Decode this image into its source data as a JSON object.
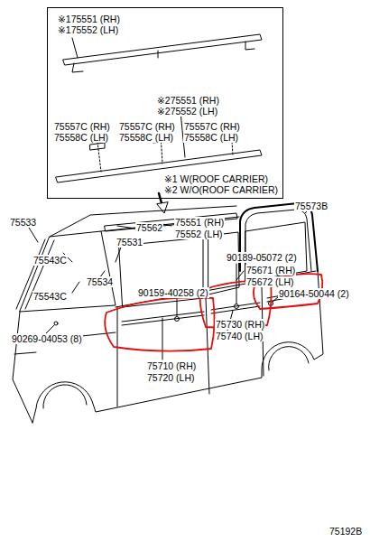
{
  "diagram": {
    "nodes": [
      {
        "text": [
          "※175551 (RH)",
          "※175552 (LH)",
          "※275551 (RH)",
          "※275552 (LH)",
          "75557C (RH)",
          "75558C (LH)",
          "75557C (RH)",
          "75558C (LH)",
          "75557C (RH)",
          "75558C (LH)",
          "※1 W(ROOF CARRIER)",
          "※2 W/O(ROOF CARRIER)"
        ]
      }
    ],
    "labels": [
      "75533",
      "75562",
      "75551 (RH)",
      "75552 (LH)",
      "75573B",
      "75531",
      "75543C",
      "75534",
      "75543C",
      "90159-40258 (2)",
      "90189-05072 (2)",
      "75671 (RH)",
      "75672 (LH)",
      "90164-50044 (2)",
      "75730 (RH)",
      "75740 (LH)",
      "90269-04053 (8)",
      "75710 (RH)",
      "75720 (LH)",
      "75192B"
    ]
  }
}
